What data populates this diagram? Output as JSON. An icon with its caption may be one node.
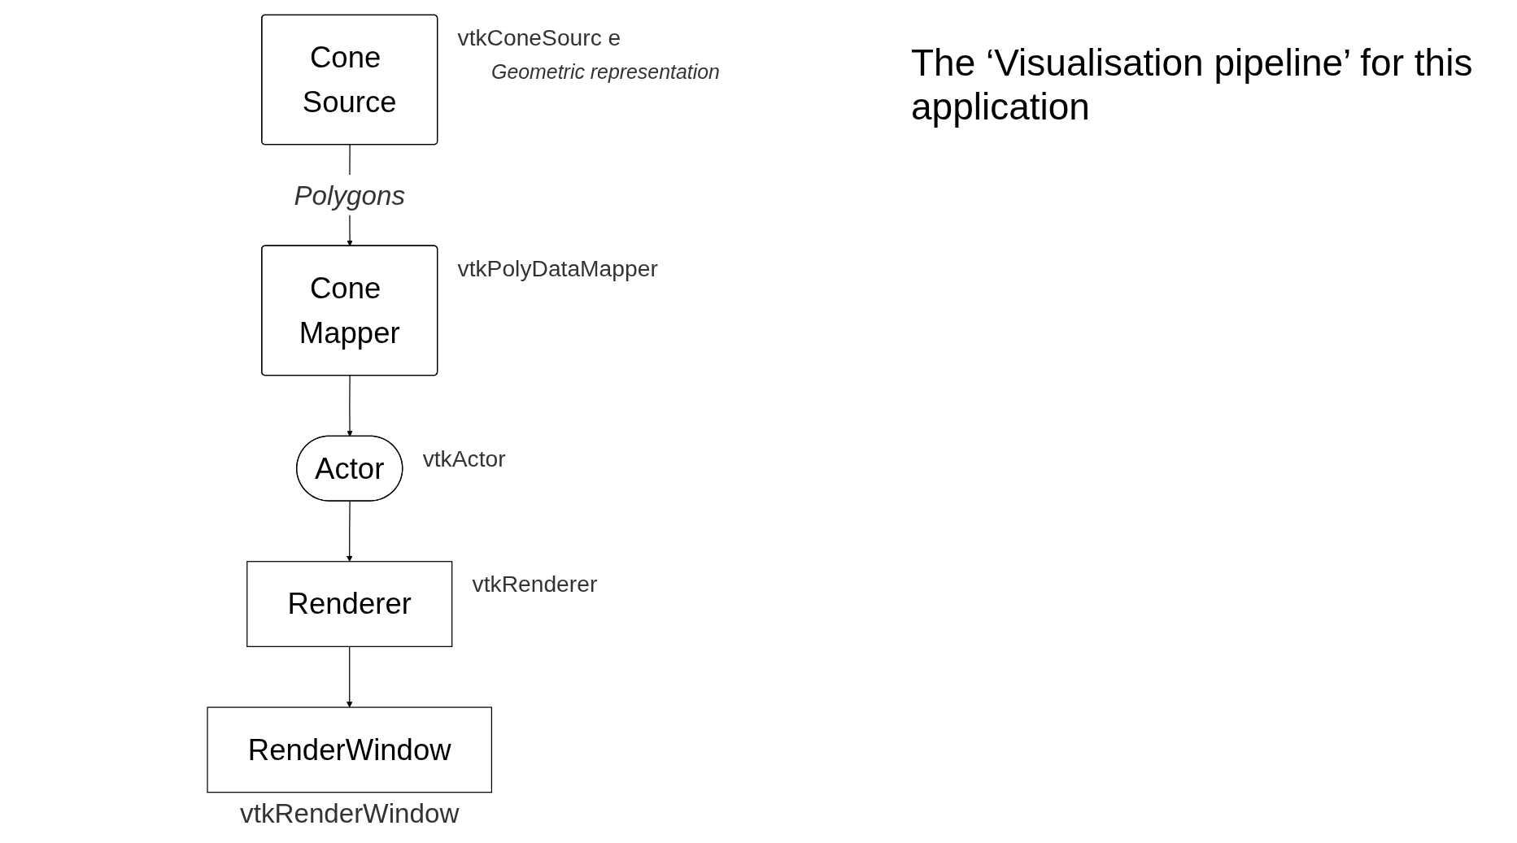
{
  "diagram": {
    "title": "The ‘Visualisation pipeline’ for this application",
    "nodes": [
      {
        "text": [
          "Cone Source"
        ],
        "beside": [
          "vtkConeSourc e",
          "Geometric representation"
        ]
      },
      {
        "text": [
          "Cone Mapper"
        ],
        "beside": [
          "vtkPolyDataMapper"
        ]
      },
      {
        "text": [
          "Actor"
        ],
        "beside": [
          "vtkActor"
        ]
      },
      {
        "text": [
          "Renderer"
        ],
        "beside": [
          "vtkRenderer"
        ]
      },
      {
        "text": [
          "RenderWindow"
        ],
        "beside": [
          "vtkRenderWindow"
        ]
      }
    ],
    "edges": [
      {
        "from": 0,
        "to": 1,
        "arrow": "to",
        "label": "Polygons"
      },
      {
        "from": 1,
        "to": 2,
        "arrow": "to"
      },
      {
        "from": 2,
        "to": 3,
        "arrow": "to"
      },
      {
        "from": 3,
        "to": 4,
        "arrow": "to"
      }
    ]
  }
}
